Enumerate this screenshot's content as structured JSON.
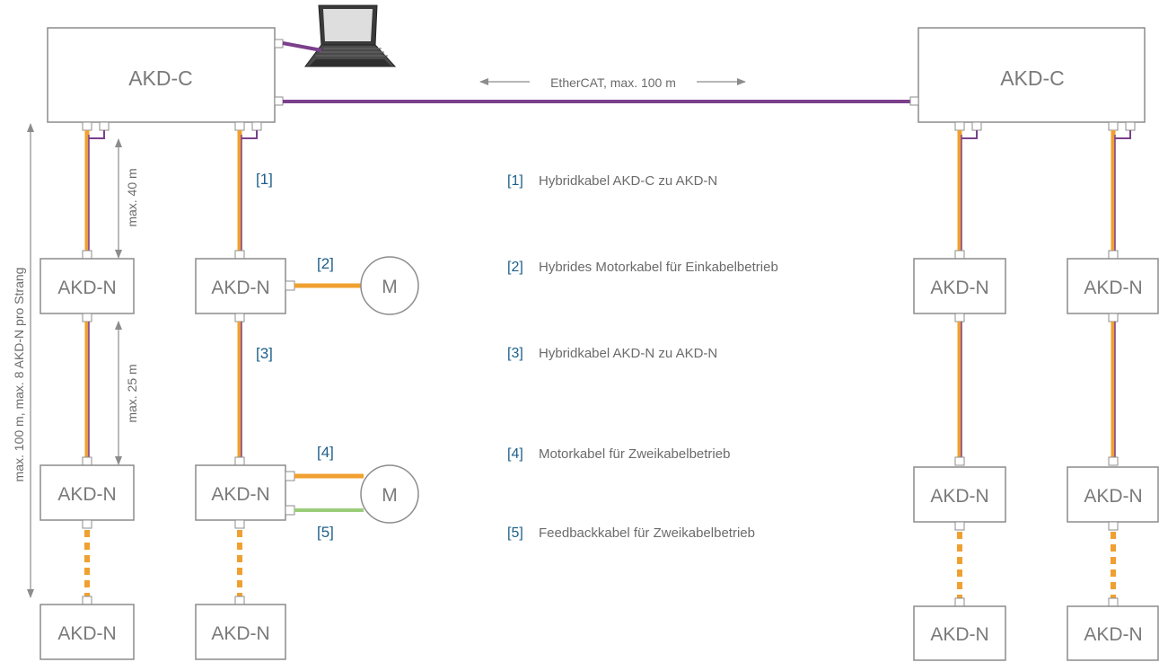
{
  "controller_label": "AKD-C",
  "node_label": "AKD-N",
  "motor_label": "M",
  "ethercat_label": "EtherCAT, max. 100 m",
  "dimensions": {
    "max_40": "max. 40 m",
    "max_25": "max. 25 m",
    "strand": "max. 100 m, max. 8 AKD-N pro Strang"
  },
  "cable_markers": {
    "c1": "[1]",
    "c2": "[2]",
    "c3": "[3]",
    "c4": "[4]",
    "c5": "[5]"
  },
  "legend": [
    {
      "num": "[1]",
      "text": "Hybridkabel AKD-C zu AKD-N"
    },
    {
      "num": "[2]",
      "text": "Hybrides Motorkabel für Einkabelbetrieb"
    },
    {
      "num": "[3]",
      "text": "Hybridkabel AKD-N zu AKD-N"
    },
    {
      "num": "[4]",
      "text": "Motorkabel für Zweikabelbetrieb"
    },
    {
      "num": "[5]",
      "text": "Feedbackkabel für Zweikabelbetrieb"
    }
  ],
  "colors": {
    "box_stroke": "#8c8c8c",
    "box_text": "#7a7a7a",
    "ethercat_purple": "#7b3f8c",
    "hybrid_orange": "#f0a030",
    "feedback_green": "#9acd7a",
    "marker_blue": "#1d5f8a",
    "text_gray": "#6b6b6b"
  }
}
